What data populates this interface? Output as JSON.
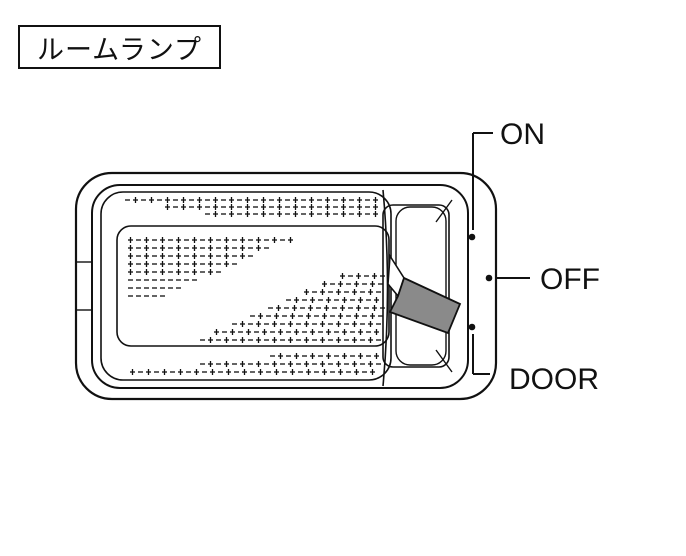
{
  "title": "ルームランプ",
  "switch_positions": {
    "on": "ON",
    "off": "OFF",
    "door": "DOOR"
  },
  "switch_state": "OFF",
  "colors": {
    "line": "#111111",
    "knob": "#8a8a8a",
    "background": "#ffffff"
  }
}
